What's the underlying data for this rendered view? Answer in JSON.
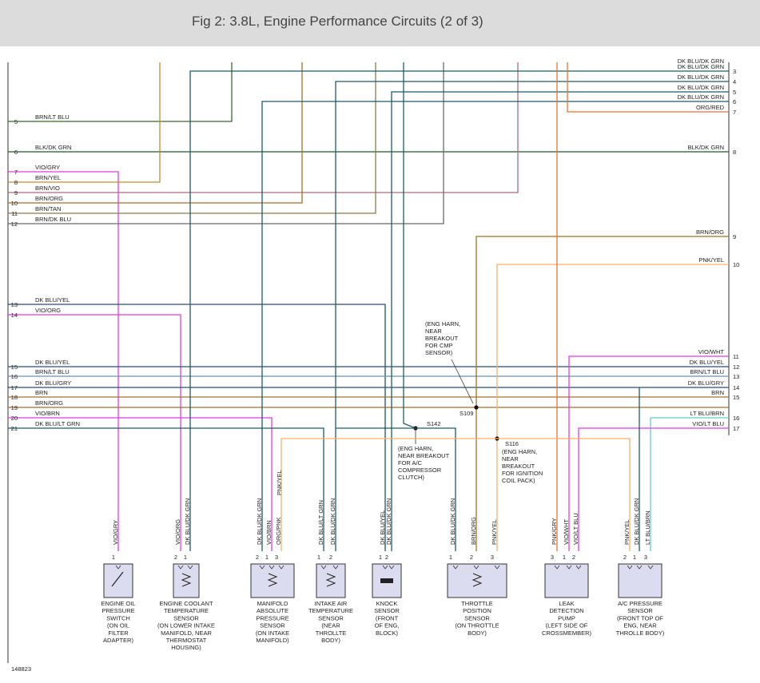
{
  "title": "Fig 2: 3.8L, Engine Performance Circuits (2 of 3)",
  "figure_number": "148823",
  "colors": {
    "dk_grn": "#3a6b2a",
    "blk_dk_grn": "#1f5a2c",
    "vio": "#e43be6",
    "orange": "#c28d2e",
    "brn_vio": "#b06a7a",
    "brn_org": "#a0722a",
    "brn_tan": "#8a7a4a",
    "brn_dk_blu": "#6b6b6b",
    "dk_blu": "#264f78",
    "dk_blu_grn": "#1f5a6a",
    "org_red": "#f07030",
    "pnk_yel": "#f5b26b",
    "lt_blu": "#6a90b0",
    "lt_grn": "#60d0c8",
    "fill": "#dcdcf0",
    "text": "#222222"
  },
  "left_wires": [
    {
      "pin": "5",
      "label": "BRN/LT BLU"
    },
    {
      "pin": "6",
      "label": "BLK/DK GRN"
    },
    {
      "pin": "7",
      "label": "VIO/GRY"
    },
    {
      "pin": "8",
      "label": "BRN/YEL"
    },
    {
      "pin": "9",
      "label": "BRN/VIO"
    },
    {
      "pin": "10",
      "label": "BRN/ORG"
    },
    {
      "pin": "11",
      "label": "BRN/TAN"
    },
    {
      "pin": "12",
      "label": "BRN/DK BLU"
    },
    {
      "pin": "13",
      "label": "DK BLU/YEL"
    },
    {
      "pin": "14",
      "label": "VIO/ORG"
    },
    {
      "pin": "15",
      "label": "DK BLU/YEL"
    },
    {
      "pin": "16",
      "label": "BRN/LT BLU"
    },
    {
      "pin": "17",
      "label": "DK BLU/GRY"
    },
    {
      "pin": "18",
      "label": "BRN"
    },
    {
      "pin": "19",
      "label": "BRN/ORG"
    },
    {
      "pin": "20",
      "label": "VIO/BRN"
    },
    {
      "pin": "21",
      "label": "DK BLU/LT GRN"
    }
  ],
  "right_wires": [
    {
      "pin": "",
      "label": "DK BLU/DK GRN"
    },
    {
      "pin": "3",
      "label": "DK BLU/DK GRN"
    },
    {
      "pin": "4",
      "label": "DK BLU/DK GRN"
    },
    {
      "pin": "5",
      "label": "DK BLU/DK GRN"
    },
    {
      "pin": "6",
      "label": "DK BLU/DK GRN"
    },
    {
      "pin": "7",
      "label": "ORG/RED"
    },
    {
      "pin": "8",
      "label": "BLK/DK GRN"
    },
    {
      "pin": "9",
      "label": "BRN/ORG"
    },
    {
      "pin": "10",
      "label": "PNK/YEL"
    },
    {
      "pin": "11",
      "label": "VIO/WHT"
    },
    {
      "pin": "12",
      "label": "DK BLU/YEL"
    },
    {
      "pin": "13",
      "label": "BRN/LT BLU"
    },
    {
      "pin": "14",
      "label": "DK BLU/GRY"
    },
    {
      "pin": "15",
      "label": "BRN"
    },
    {
      "pin": "16",
      "label": "LT BLU/BRN"
    },
    {
      "pin": "17",
      "label": "VIO/LT BLU"
    }
  ],
  "splices": {
    "s109": {
      "label": "S109",
      "note": [
        "(ENG HARN,",
        "NEAR",
        "BREAKOUT",
        "FOR CMP",
        "SENSOR)"
      ]
    },
    "s142": {
      "label": "S142",
      "note": [
        "(ENG HARN,",
        "NEAR BREAKOUT",
        "FOR A/C",
        "COMPRESSOR",
        "CLUTCH)"
      ]
    },
    "s116": {
      "label": "S116",
      "note": [
        "(ENG HARN,",
        "NEAR",
        "BREAKOUT",
        "FOR IGNITION",
        "COIL PACK)"
      ]
    }
  },
  "components": [
    {
      "id": "oil",
      "name": [
        "ENGINE OIL",
        "PRESSURE",
        "SWITCH",
        "(ON OIL",
        "FILTER",
        "ADAPTER)"
      ],
      "pins": [
        {
          "num": "1",
          "wire": "VIO/GRY"
        }
      ]
    },
    {
      "id": "ect",
      "name": [
        "ENGINE COOLANT",
        "TEMPERATURE",
        "SENSOR",
        "(ON LOWER INTAKE",
        "MANIFOLD, NEAR",
        "THERMOSTAT",
        "HOUSING)"
      ],
      "pins": [
        {
          "num": "2",
          "wire": "VIO/ORG"
        },
        {
          "num": "1",
          "wire": "DK BLU/DK GRN"
        }
      ]
    },
    {
      "id": "map",
      "name": [
        "MANIFOLD",
        "ABSOLUTE",
        "PRESSURE",
        "SENSOR",
        "(ON INTAKE",
        "MANIFOLD)"
      ],
      "pins": [
        {
          "num": "2",
          "wire": "DK BLU/DK GRN"
        },
        {
          "num": "1",
          "wire": "VIO/BRN"
        },
        {
          "num": "3",
          "wire": "ORG/PNK"
        }
      ],
      "extra_wire": "PNK/YEL"
    },
    {
      "id": "iat",
      "name": [
        "INTAKE AIR",
        "TEMPERATURE",
        "SENSOR",
        "(NEAR",
        "THROLLTE",
        "BODY)"
      ],
      "pins": [
        {
          "num": "1",
          "wire": "DK BLU/LT GRN"
        },
        {
          "num": "2",
          "wire": "DK BLU/DK GRN"
        }
      ]
    },
    {
      "id": "knock",
      "name": [
        "KNOCK",
        "SENSOR",
        "(FRONT",
        "OF ENG,",
        "BLOCK)"
      ],
      "pins": [
        {
          "num": "1",
          "wire": "DK BLU/YEL"
        },
        {
          "num": "2",
          "wire": "DK BLU/DK GRN"
        }
      ]
    },
    {
      "id": "tps",
      "name": [
        "THROTTLE",
        "POSITION",
        "SENSOR",
        "(ON THROTTLE",
        "BODY)"
      ],
      "pins": [
        {
          "num": "1",
          "wire": "DK BLU/DK GRN"
        },
        {
          "num": "2",
          "wire": "BRN/ORG"
        },
        {
          "num": "3",
          "wire": "PNK/YEL"
        }
      ]
    },
    {
      "id": "ldp",
      "name": [
        "LEAK",
        "DETECTION",
        "PUMP",
        "(LEFT SIDE OF",
        "CROSSMEMBER)"
      ],
      "pins": [
        {
          "num": "3",
          "wire": "PNK/GRY"
        },
        {
          "num": "1",
          "wire": "VIO/WHT"
        },
        {
          "num": "2",
          "wire": "VIO/LT BLU"
        }
      ]
    },
    {
      "id": "acp",
      "name": [
        "A/C PRESSURE",
        "SENSOR",
        "(FRONT TOP OF",
        "ENG, NEAR",
        "THROLLE BODY)"
      ],
      "pins": [
        {
          "num": "2",
          "wire": "PNK/YEL"
        },
        {
          "num": "1",
          "wire": "DK BLU/DK GRN"
        },
        {
          "num": "3",
          "wire": "LT BLU/BRN"
        }
      ]
    }
  ]
}
